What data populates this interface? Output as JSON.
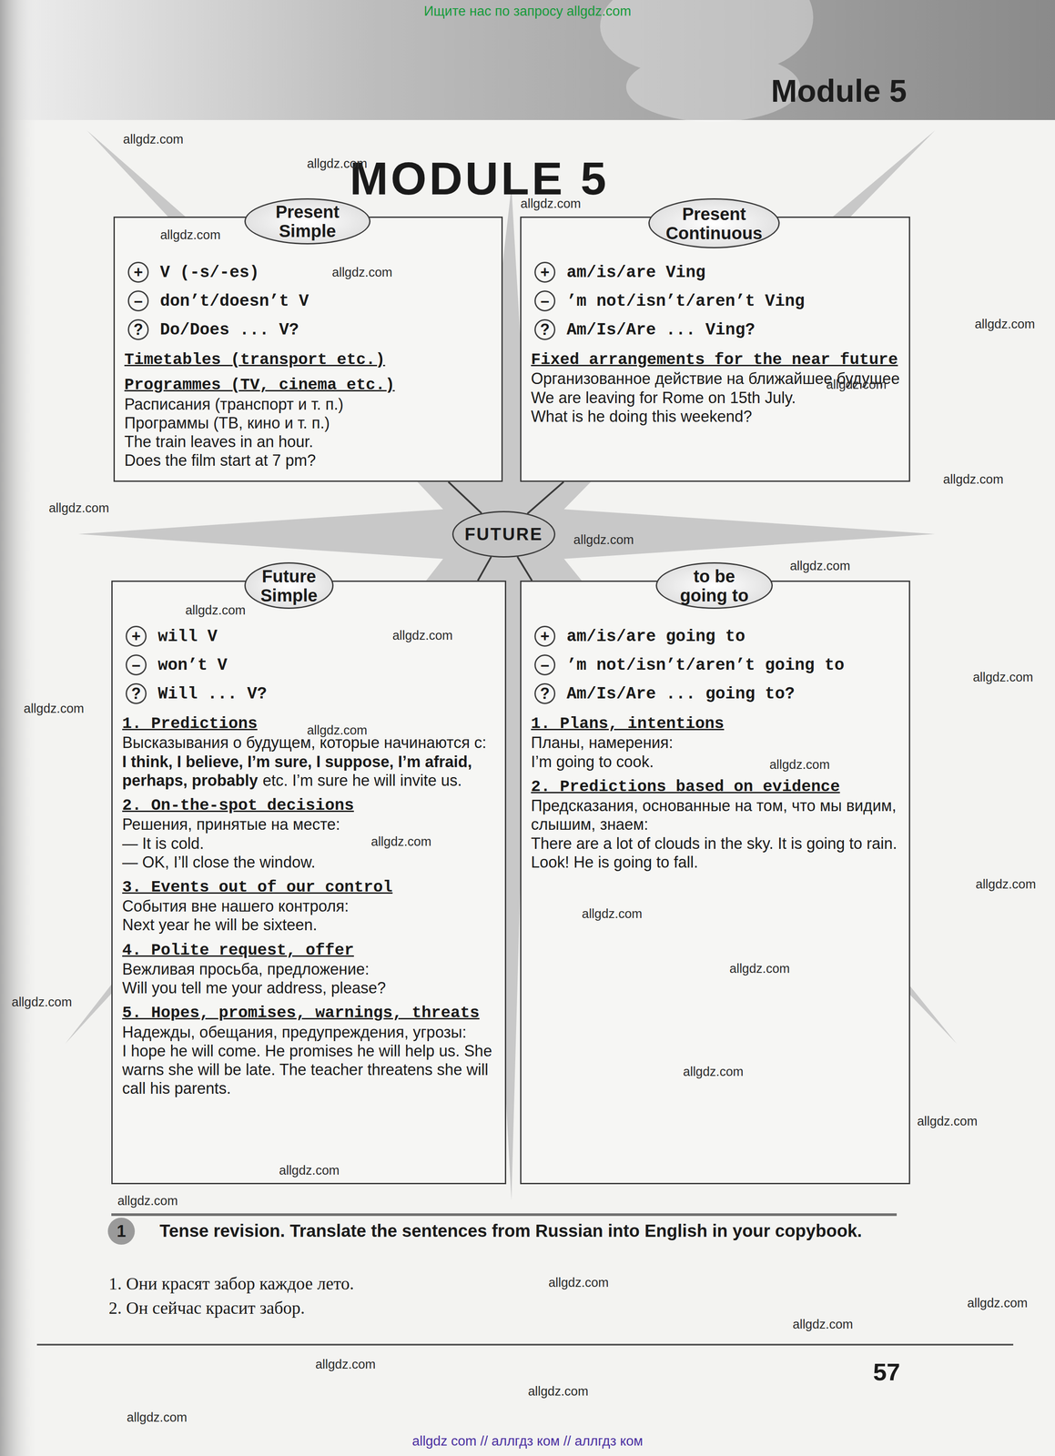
{
  "diagram": {
    "title": "MODULE 5",
    "nodes": [
      {
        "text": [
          "V (-s/-es)",
          "don’t/doesn’t V",
          "Do/Does ... V?",
          "Timetables (transport etc.)",
          "Programmes (TV, cinema etc.)",
          "Расписания (транспорт и т. п.)",
          "Программы (ТВ, кино и т. п.)",
          "The train leaves in an hour.",
          "Does the film start at 7 pm?"
        ]
      },
      {
        "text": [
          "Present Simple"
        ],
        "in": 0
      },
      {
        "text": [
          "+"
        ],
        "in": 0
      },
      {
        "text": [
          "–"
        ],
        "in": 0
      },
      {
        "text": [
          "?"
        ],
        "in": 0
      },
      {
        "text": [
          "am/is/are Ving",
          "’m not/isn’t/aren’t Ving",
          "Am/Is/Are ... Ving?",
          "Fixed arrangements for the near future",
          "Организованное действие на ближайшее будущее",
          "We are leaving for Rome on 15th July.",
          "What is he doing this weekend?"
        ]
      },
      {
        "text": [
          "Present Continuous"
        ],
        "in": 5
      },
      {
        "text": [
          "+"
        ],
        "in": 5
      },
      {
        "text": [
          "–"
        ],
        "in": 5
      },
      {
        "text": [
          "?"
        ],
        "in": 5
      },
      {
        "text": [
          "FUTURE"
        ]
      },
      {
        "text": [
          "will V",
          "won’t V",
          "Will ... V?",
          "1. Predictions",
          "Высказывания о будущем, которые начинаются с:",
          "I think, I believe, I’m sure, I suppose, I’m afraid, perhaps, probably",
          "etc. I’m sure he will invite us.",
          "2. On-the-spot decisions",
          "Решения, принятые на месте:",
          "— It is cold.",
          "— OK, I’ll close the window.",
          "3. Events out of our control",
          "События вне нашего контроля:",
          "Next year he will be sixteen.",
          "4. Polite request, offer",
          "Вежливая просьба, предложение:",
          "Will you tell me your address, please?",
          "5. Hopes, promises, warnings, threats",
          "Надежды, обещания, предупреждения, угрозы:",
          "I hope he will come. He promises he will help us. She warns she will be late. The teacher threatens she will call his parents."
        ]
      },
      {
        "text": [
          "Future Simple"
        ],
        "in": 11
      },
      {
        "text": [
          "+"
        ],
        "in": 11
      },
      {
        "text": [
          "–"
        ],
        "in": 11
      },
      {
        "text": [
          "?"
        ],
        "in": 11
      },
      {
        "text": [
          "am/is/are going to",
          "’m not/isn’t/aren’t going to",
          "Am/Is/Are ... going to?",
          "1. Plans, intentions",
          "Планы, намерения:",
          "I’m going to cook.",
          "2. Predictions based on evidence",
          "Предсказания, основанные на том, что мы видим, слышим, знаем:",
          "There are a lot of clouds in the sky. It is going to rain.",
          "Look! He is going to fall."
        ]
      },
      {
        "text": [
          "to be going to"
        ],
        "in": 16
      },
      {
        "text": [
          "+"
        ],
        "in": 16
      },
      {
        "text": [
          "–"
        ],
        "in": 16
      },
      {
        "text": [
          "?"
        ],
        "in": 16
      },
      {
        "text": [
          "1"
        ]
      }
    ],
    "edges": [
      {
        "from": 10,
        "to": 0,
        "arrow": "none"
      },
      {
        "from": 10,
        "to": 5,
        "arrow": "none"
      },
      {
        "from": 10,
        "to": 11,
        "arrow": "none"
      },
      {
        "from": 10,
        "to": 16,
        "arrow": "none"
      }
    ],
    "labels": [
      "Ищите нас по запросу allgdz.com",
      "Module 5",
      "Tense revision. Translate the sentences from Russian into English in your copybook.",
      "1. Они красят забор каждое лето.",
      "2. Он сейчас красит забор.",
      "57",
      "allgdz com // аллгдз ком // аллгдз ком",
      "allgdz.com",
      "allgdz.com",
      "allgdz.com",
      "allgdz.com",
      "allgdz.com",
      "allgdz.com",
      "allgdz.com",
      "allgdz.com",
      "allgdz.com",
      "allgdz.com",
      "allgdz.com",
      "allgdz.com",
      "allgdz.com",
      "allgdz.com",
      "allgdz.com",
      "allgdz.com",
      "allgdz.com",
      "allgdz.com",
      "allgdz.com",
      "allgdz.com",
      "allgdz.com",
      "allgdz.com",
      "allgdz.com",
      "allgdz.com",
      "allgdz.com",
      "allgdz.com",
      "allgdz.com",
      "allgdz.com",
      "allgdz.com",
      "allgdz.com",
      "allgdz.com",
      "allgdz.com"
    ]
  }
}
